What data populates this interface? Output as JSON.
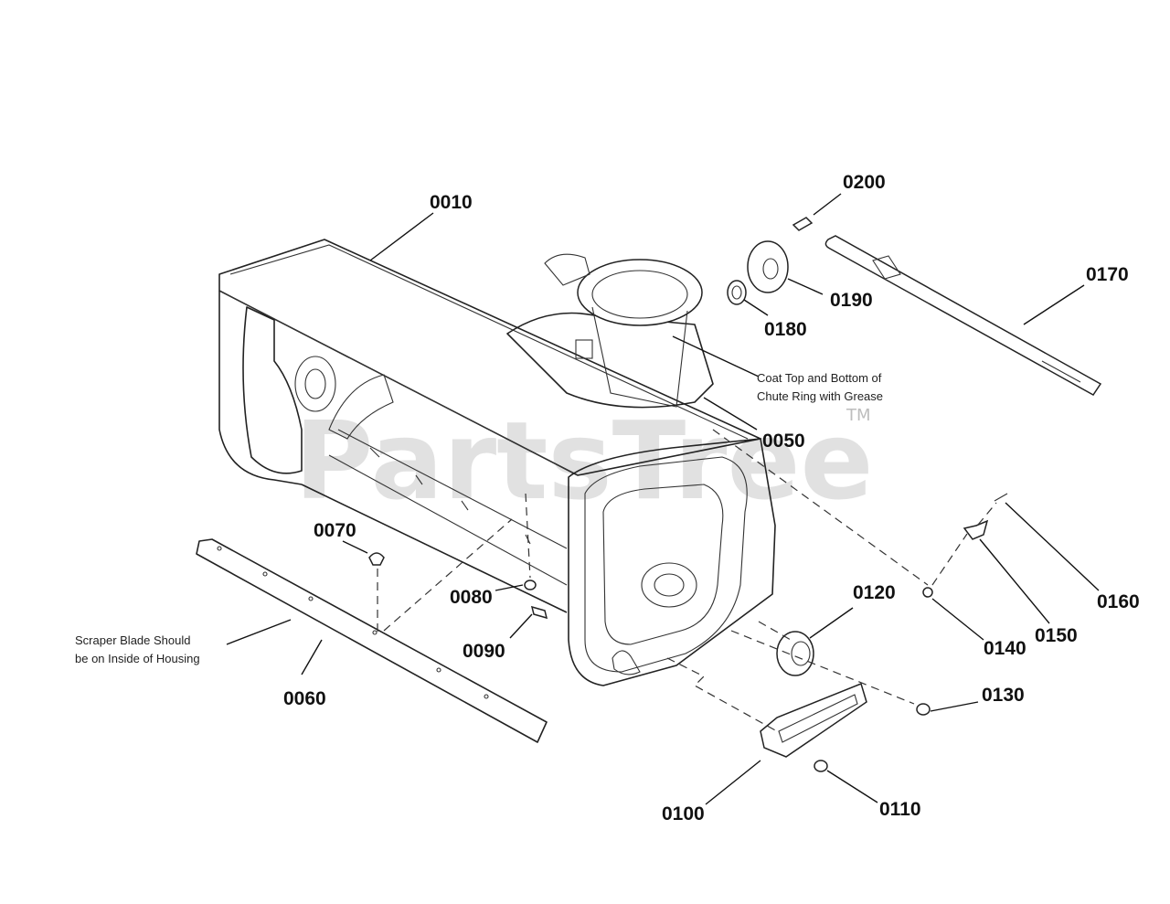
{
  "watermark": {
    "text": "PartsTree",
    "tm": "TM"
  },
  "parts": {
    "p0010": "0010",
    "p0050": "0050",
    "p0060": "0060",
    "p0070": "0070",
    "p0080": "0080",
    "p0090": "0090",
    "p0100": "0100",
    "p0110": "0110",
    "p0120": "0120",
    "p0130": "0130",
    "p0140": "0140",
    "p0150": "0150",
    "p0160": "0160",
    "p0170": "0170",
    "p0180": "0180",
    "p0190": "0190",
    "p0200": "0200"
  },
  "notes": {
    "chute_line1": "Coat Top and Bottom of",
    "chute_line2": "Chute Ring with Grease",
    "scraper_line1": "Scraper Blade Should",
    "scraper_line2": "be on Inside of Housing"
  }
}
